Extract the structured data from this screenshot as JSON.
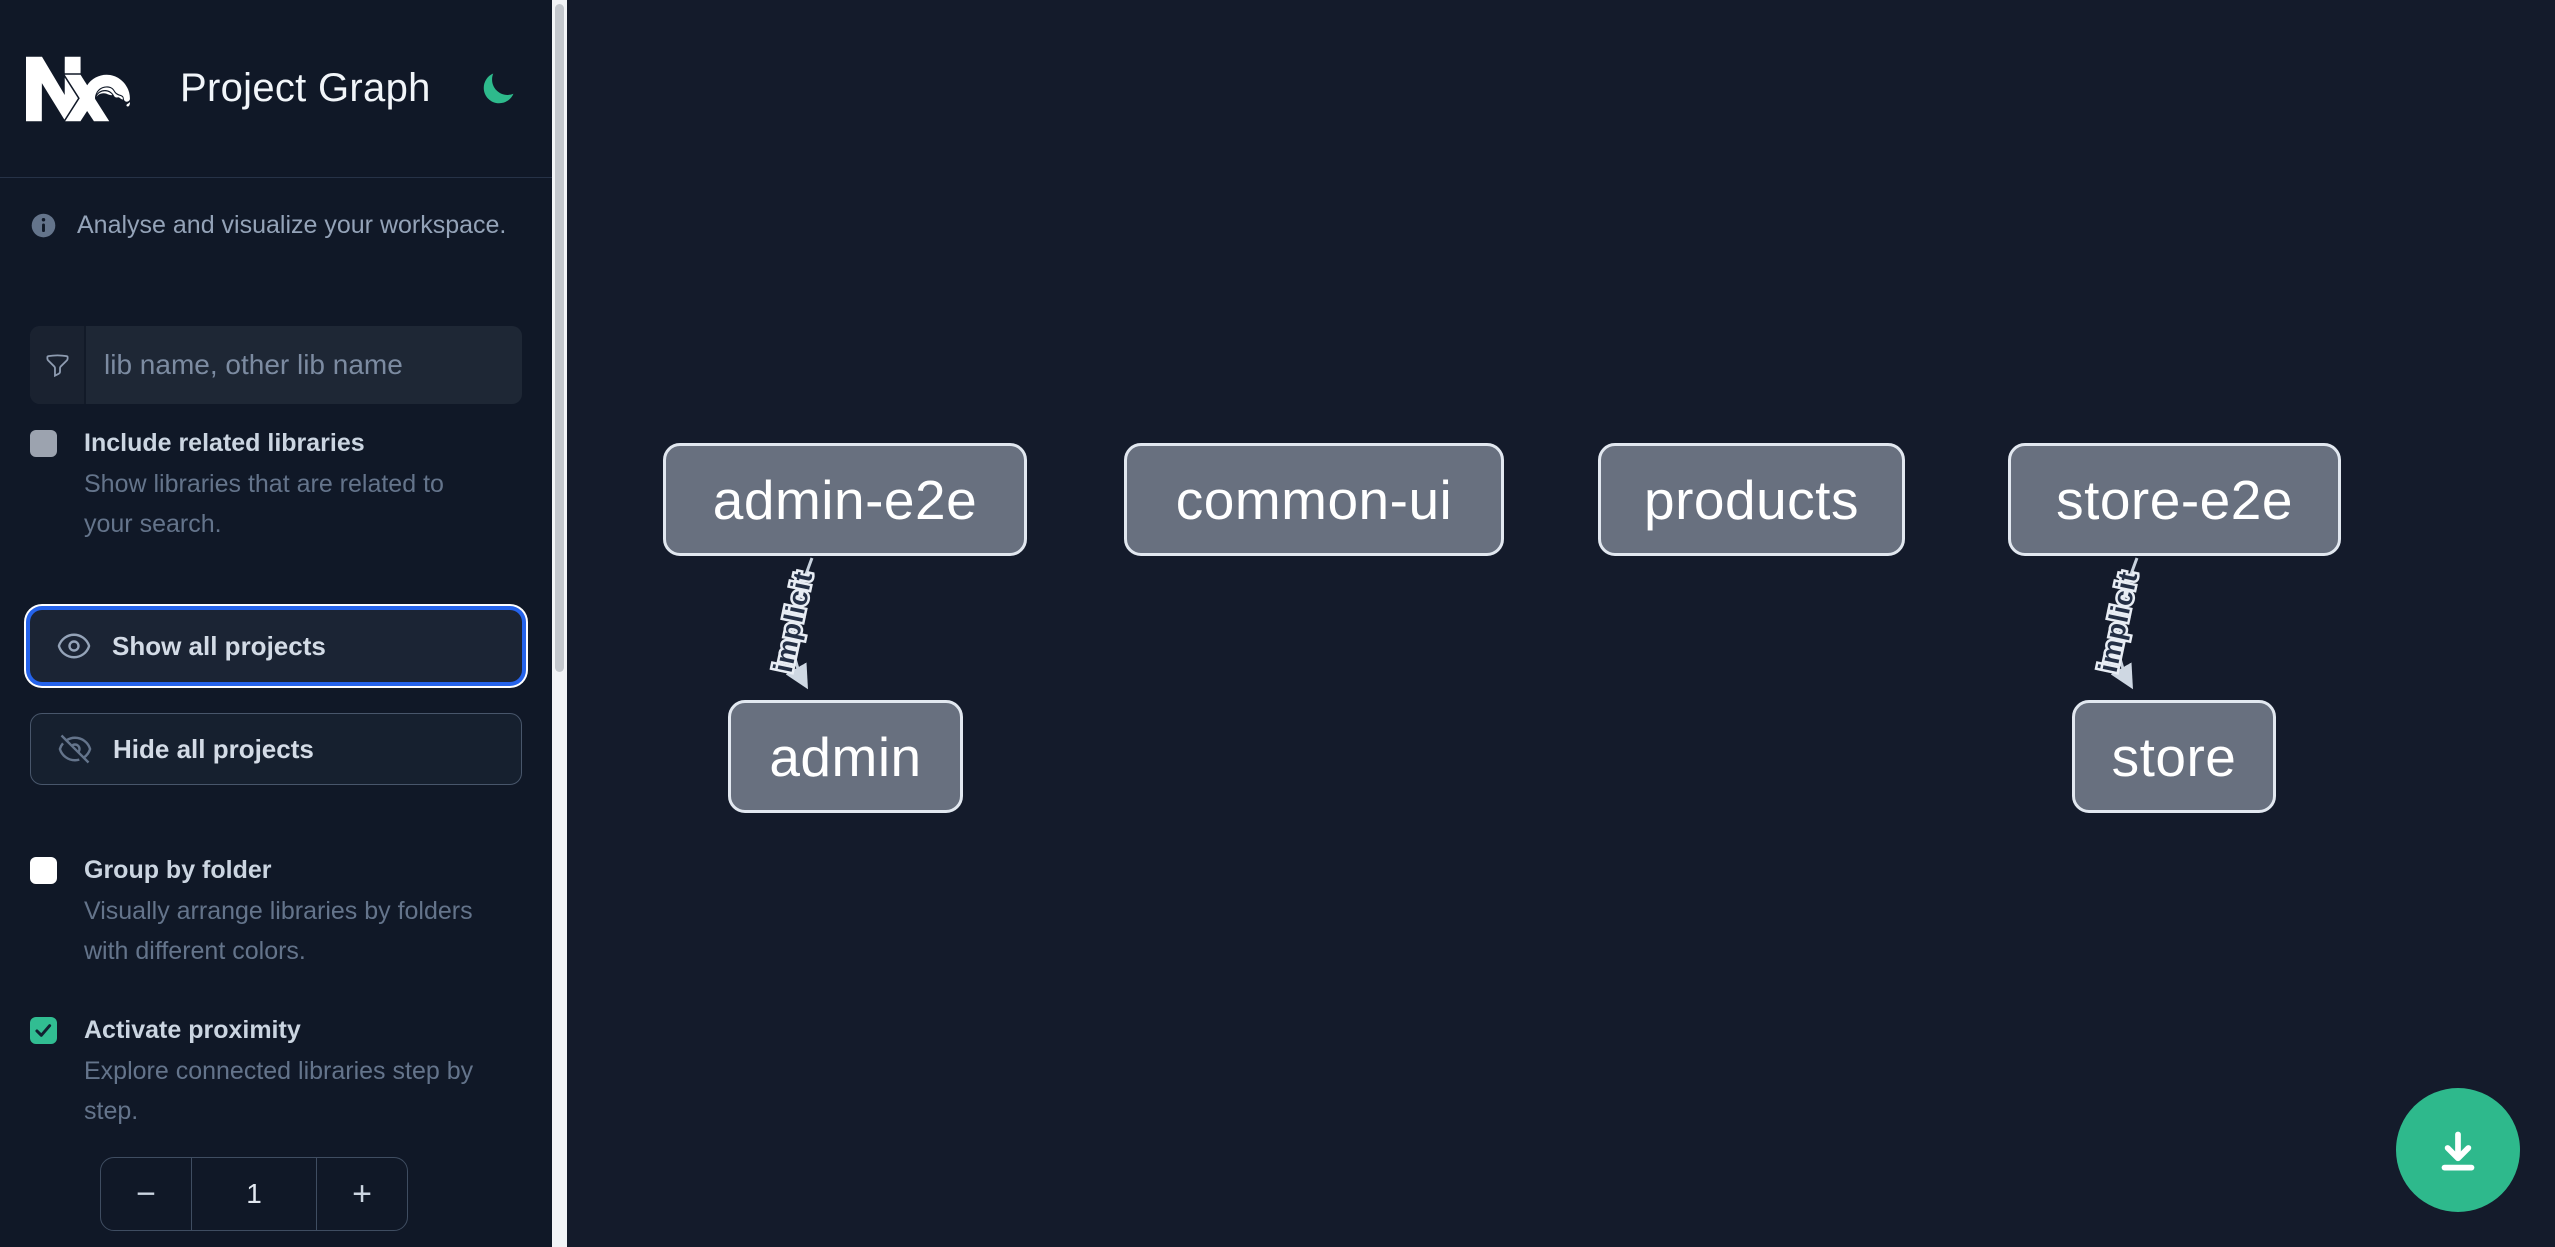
{
  "header": {
    "title": "Project Graph"
  },
  "sidebar": {
    "tagline": "Analyse and visualize your workspace.",
    "search": {
      "placeholder": "lib name, other lib name"
    },
    "options": [
      {
        "id": "include-related-libraries",
        "label": "Include related libraries",
        "description": "Show libraries that are related to your search.",
        "checked": false
      },
      {
        "id": "group-by-folder",
        "label": "Group by folder",
        "description": "Visually arrange libraries by folders with different colors.",
        "checked": false
      },
      {
        "id": "activate-proximity",
        "label": "Activate proximity",
        "description": "Explore connected libraries step by step.",
        "checked": true
      }
    ],
    "actions": [
      {
        "id": "show-all-projects",
        "label": "Show all projects",
        "focused": true
      },
      {
        "id": "hide-all-projects",
        "label": "Hide all projects",
        "focused": false
      }
    ],
    "stepper": {
      "decrement": "−",
      "value": "1",
      "increment": "+"
    }
  },
  "graph": {
    "nodes": [
      {
        "label": "admin-e2e"
      },
      {
        "label": "common-ui"
      },
      {
        "label": "products"
      },
      {
        "label": "store-e2e"
      },
      {
        "label": "admin"
      },
      {
        "label": "store"
      }
    ],
    "edges": [
      {
        "from": "admin-e2e",
        "to": "admin",
        "label": "implicit"
      },
      {
        "from": "store-e2e",
        "to": "store",
        "label": "implicit"
      }
    ]
  },
  "fab": {
    "icon": "download-icon"
  },
  "colors": {
    "brand_green": "#2eba8c",
    "focus_ring_blue": "#2563eb",
    "node_fill": "#68707f",
    "node_border": "#e2e8f0",
    "edge": "#c8d2de",
    "sidebar_bg": "#101827",
    "canvas_bg": "#141b2b"
  }
}
